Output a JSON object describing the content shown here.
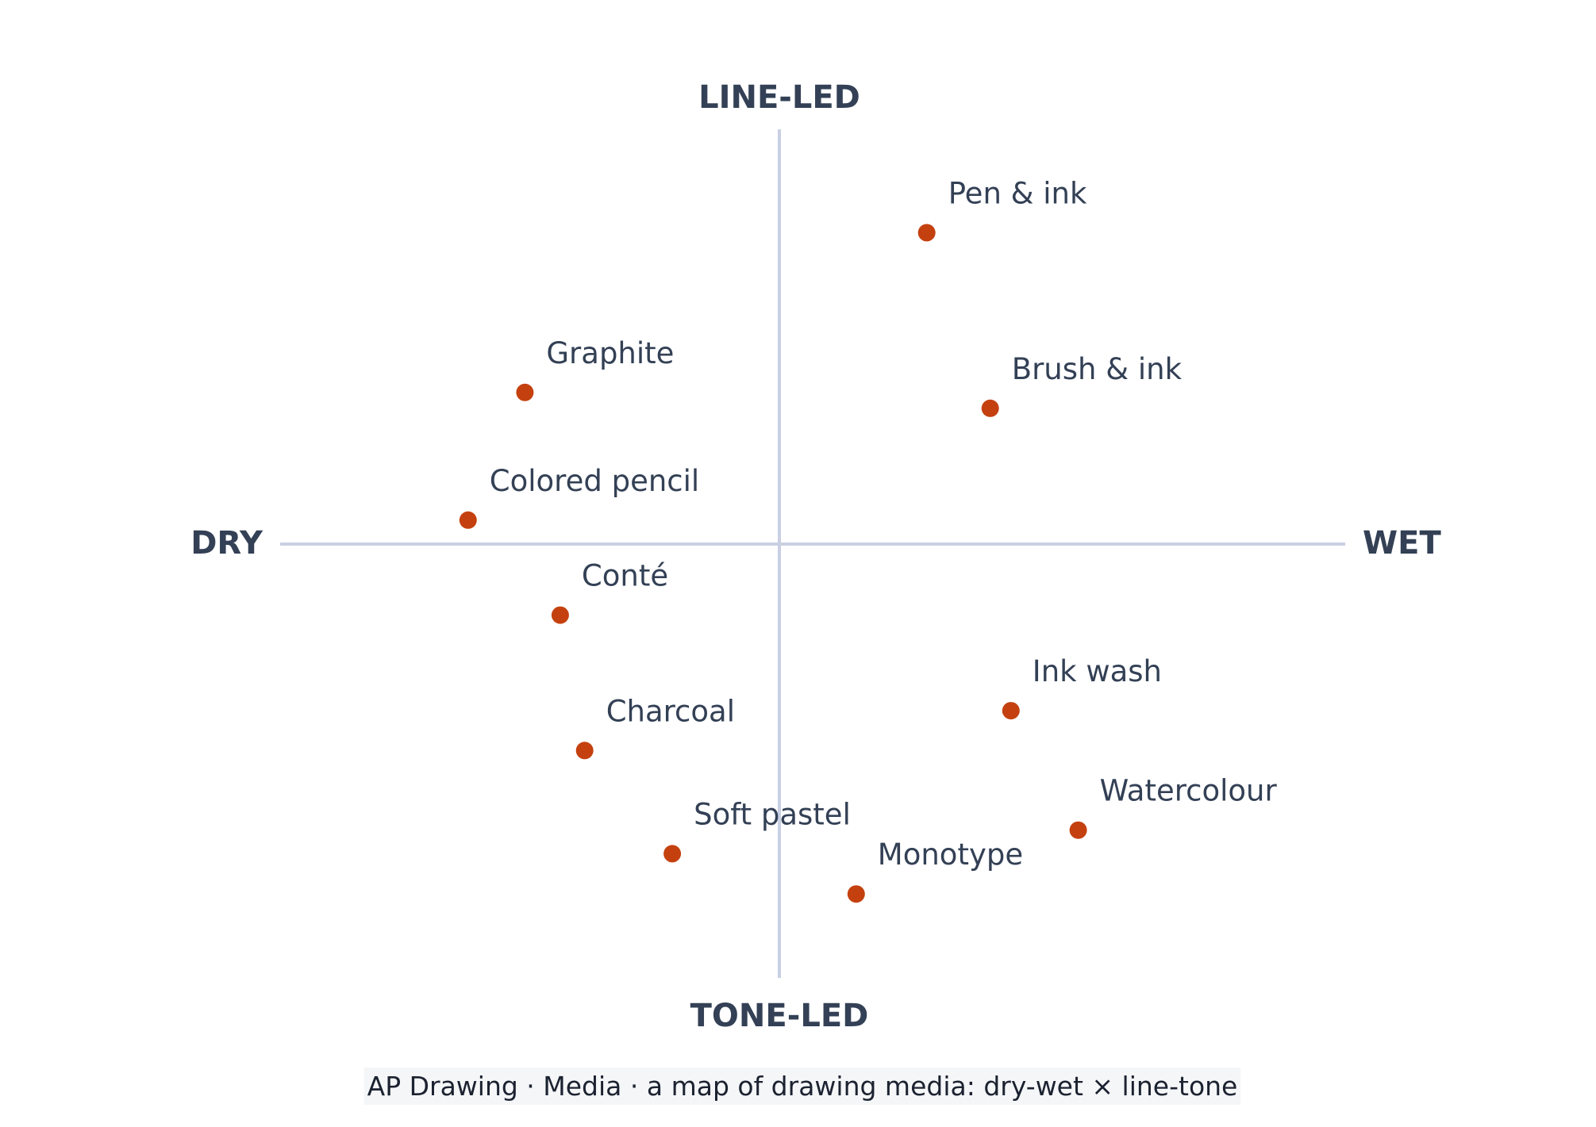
{
  "chart_data": {
    "type": "scatter",
    "axes": {
      "x_negative_label": "DRY",
      "x_positive_label": "WET",
      "y_positive_label": "LINE-LED",
      "y_negative_label": "TONE-LED"
    },
    "xlim": [
      -1,
      1
    ],
    "ylim": [
      -1,
      1
    ],
    "points": [
      {
        "label": "Pen & ink",
        "x": 0.355,
        "y": 0.727
      },
      {
        "label": "Brush & ink",
        "x": 0.508,
        "y": 0.317
      },
      {
        "label": "Graphite",
        "x": -0.613,
        "y": 0.354
      },
      {
        "label": "Colored pencil",
        "x": -0.75,
        "y": 0.056
      },
      {
        "label": "Conté",
        "x": -0.528,
        "y": -0.166
      },
      {
        "label": "Ink wash",
        "x": 0.558,
        "y": -0.389
      },
      {
        "label": "Charcoal",
        "x": -0.469,
        "y": -0.482
      },
      {
        "label": "Watercolour",
        "x": 0.72,
        "y": -0.668
      },
      {
        "label": "Soft pastel",
        "x": -0.258,
        "y": -0.723
      },
      {
        "label": "Monotype",
        "x": 0.185,
        "y": -0.817
      }
    ],
    "colors": {
      "point": "#c4410f",
      "axis": "#c9d0e3",
      "text": "#334055"
    },
    "grid": false,
    "legend": "none"
  },
  "caption": "AP Drawing · Media · a map of drawing media: dry-wet × line-tone"
}
